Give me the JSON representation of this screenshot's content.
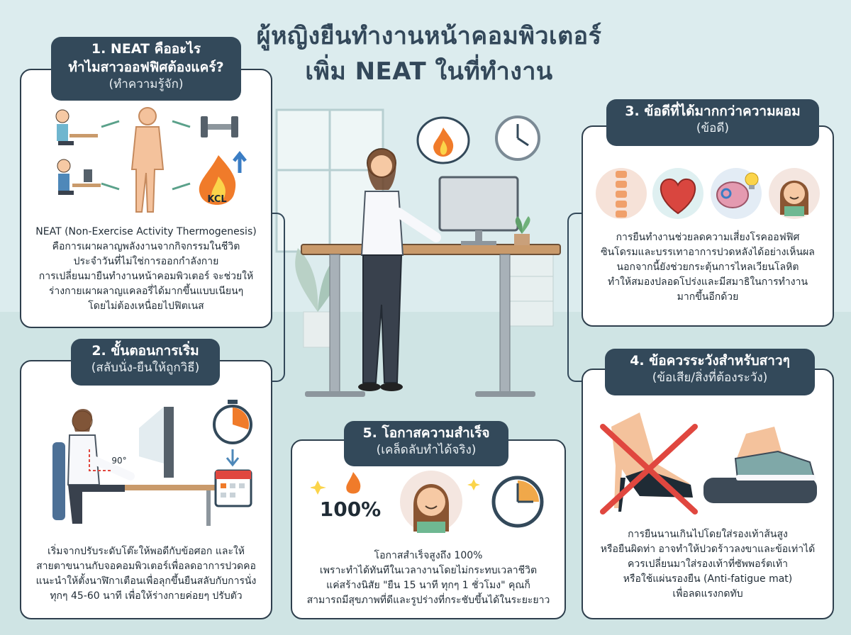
{
  "title": {
    "line1": "ผู้หญิงยืนทำงานหน้าคอมพิวเตอร์",
    "line2": "เพิ่ม NEAT ในที่ทำงาน"
  },
  "sections": {
    "s1": {
      "heading": "1. NEAT คืออะไร",
      "heading2": "ทำไมสาวออฟฟิศต้องแคร์?",
      "subheading": "(ทำความรู้จัก)",
      "lines": [
        "NEAT (Non-Exercise Activity Thermogenesis)",
        "คือการเผาผลาญพลังงานจากกิจกรรมในชีวิต",
        "ประจำวันที่ไม่ใช่การออกกำลังกาย",
        "การเปลี่ยนมายืนทำงานหน้าคอมพิวเตอร์ จะช่วยให้",
        "ร่างกายเผาผลาญแคลอรี่ได้มากขึ้นแบบเนียนๆ",
        "โดยไม่ต้องเหนื่อยไปฟิตเนส"
      ],
      "kcal_label": "KCL"
    },
    "s2": {
      "heading": "2. ขั้นตอนการเริ่ม",
      "subheading": "(สลับนั่ง-ยืนให้ถูกวิธี)",
      "angle_label": "90°",
      "lines": [
        "เริ่มจากปรับระดับโต๊ะให้พอดีกับข้อศอก และให้",
        "สายตาขนานกับจอคอมพิวเตอร์เพื่อลดอาการปวดคอ",
        "แนะนำให้ตั้งนาฬิกาเตือนเพื่อลุกขึ้นยืนสลับกับการนั่ง",
        "ทุกๆ 45-60 นาที เพื่อให้ร่างกายค่อยๆ ปรับตัว"
      ]
    },
    "s3": {
      "heading": "3. ข้อดีที่ได้มากกว่าความผอม",
      "subheading": "(ข้อดี)",
      "lines": [
        "การยืนทำงานช่วยลดความเสี่ยงโรคออฟฟิศ",
        "ซินโดรมและบรรเทาอาการปวดหลังได้อย่างเห็นผล",
        "นอกจากนี้ยังช่วยกระตุ้นการไหลเวียนโลหิต",
        "ทำให้สมองปลอดโปร่งและมีสมาธิในการทำงาน",
        "มากขึ้นอีกด้วย"
      ]
    },
    "s4": {
      "heading": "4. ข้อควรระวังสำหรับสาวๆ",
      "subheading": "(ข้อเสีย/สิ่งที่ต้องระวัง)",
      "lines": [
        "การยืนนานเกินไปโดยใส่รองเท้าส้นสูง",
        "หรือยืนผิดท่า อาจทำให้ปวดร้าวลงขาและข้อเท่าได้",
        "ควรเปลี่ยนมาใส่รองเท้าที่ซัพพอร์ตเท้า",
        "หรือใช้แผ่นรองยืน (Anti-fatigue mat)",
        "เพื่อลดแรงกดทับ"
      ]
    },
    "s5": {
      "heading": "5. โอกาสความสำเร็จ",
      "subheading": "(เคล็ดลับทำได้จริง)",
      "percent_label": "100%",
      "lines": [
        "โอกาสสำเร็จสูงถึง 100%",
        "เพราะทำได้ทันทีในเวลางานโดยไม่กระทบเวลาชีวิต",
        "แค่สร้างนิสัย \"ยืน 15 นาที ทุกๆ 1 ชั่วโมง\" คุณก็",
        "สามารถมีสุขภาพที่ดีและรูปร่างที่กระชับขึ้นได้ในระยะยาว"
      ]
    }
  },
  "colors": {
    "card_border": "#2e3f4d",
    "heading_bg": "#33495a",
    "wall": "#dcecee",
    "floor": "#cfe4e4",
    "fire": "#f07b2a",
    "red_cross": "#e0473f",
    "skin": "#f6c9a4",
    "hair": "#6b4126"
  },
  "icons": [
    "body-icon",
    "dumbbell-icon",
    "fire-icon",
    "up-arrow-icon",
    "spine-icon",
    "heart-icon",
    "brain-icon",
    "lightbulb-icon",
    "smiling-woman-icon",
    "stopwatch-icon",
    "calendar-icon",
    "clock-icon",
    "sparkle-icon",
    "high-heel-icon",
    "sneaker-icon",
    "mat-icon",
    "cross-icon",
    "window-icon",
    "plant-icon",
    "speech-bubble-icon"
  ]
}
